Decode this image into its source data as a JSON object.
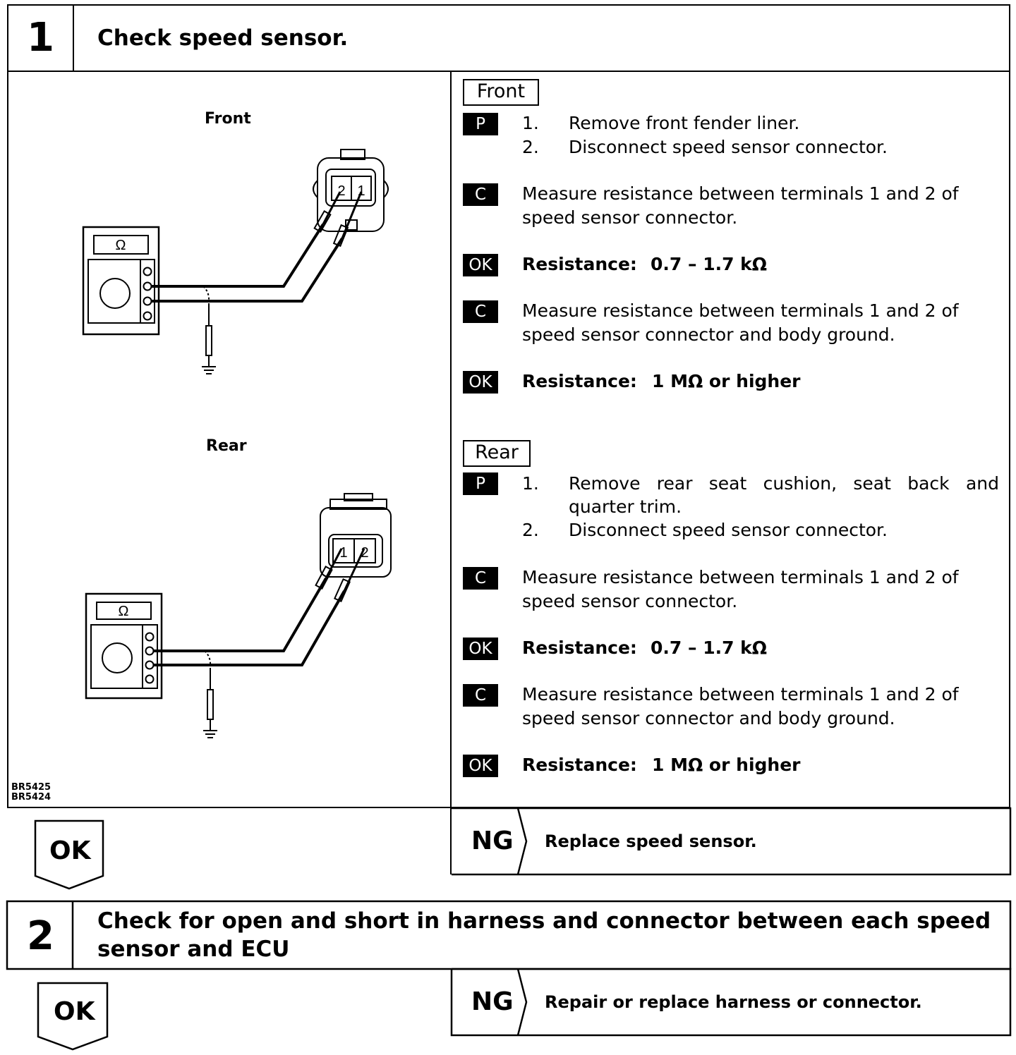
{
  "step1": {
    "number": "1",
    "title": "Check speed sensor.",
    "illustration": {
      "front_label": "Front",
      "rear_label": "Rear",
      "meter_symbol": "Ω",
      "front_terminals": [
        "2",
        "1"
      ],
      "rear_terminals": [
        "1",
        "2"
      ],
      "figure_codes": [
        "BR5425",
        "BR5424"
      ]
    },
    "front": {
      "heading": "Front",
      "prep_badge": "P",
      "prep_steps": [
        {
          "num": "1.",
          "text": "Remove front fender liner."
        },
        {
          "num": "2.",
          "text": "Disconnect speed sensor connector."
        }
      ],
      "check1_badge": "C",
      "check1_line1": "Measure resistance between terminals 1 and 2 of",
      "check1_line2": "speed sensor connector.",
      "ok1_badge": "OK",
      "ok1_label": "Resistance:",
      "ok1_value": "0.7 – 1.7 kΩ",
      "check2_badge": "C",
      "check2_line1": "Measure resistance between terminals 1 and 2 of",
      "check2_line2": "speed sensor connector and body ground.",
      "ok2_badge": "OK",
      "ok2_label": "Resistance:",
      "ok2_value": "1 MΩ or higher"
    },
    "rear": {
      "heading": "Rear",
      "prep_badge": "P",
      "prep_step1_num": "1.",
      "prep_step1_line1": "Remove rear seat cushion, seat back and",
      "prep_step1_line2": "quarter trim.",
      "prep_step2_num": "2.",
      "prep_step2_text": "Disconnect speed sensor connector.",
      "check1_badge": "C",
      "check1_line1": "Measure resistance between terminals 1 and 2 of",
      "check1_line2": "speed sensor connector.",
      "ok1_badge": "OK",
      "ok1_label": "Resistance:",
      "ok1_value": "0.7 – 1.7 kΩ",
      "check2_badge": "C",
      "check2_line1": "Measure resistance between terminals 1 and 2 of",
      "check2_line2": "speed sensor connector and body ground.",
      "ok2_badge": "OK",
      "ok2_label": "Resistance:",
      "ok2_value": "1 MΩ or higher"
    },
    "ok_arrow": "OK",
    "ng_label": "NG",
    "ng_action": "Replace speed sensor."
  },
  "step2": {
    "number": "2",
    "title_line1": "Check for open and short in harness and connector between each speed",
    "title_line2": "sensor and ECU",
    "ok_arrow": "OK",
    "ng_label": "NG",
    "ng_action": "Repair or replace harness or connector."
  }
}
